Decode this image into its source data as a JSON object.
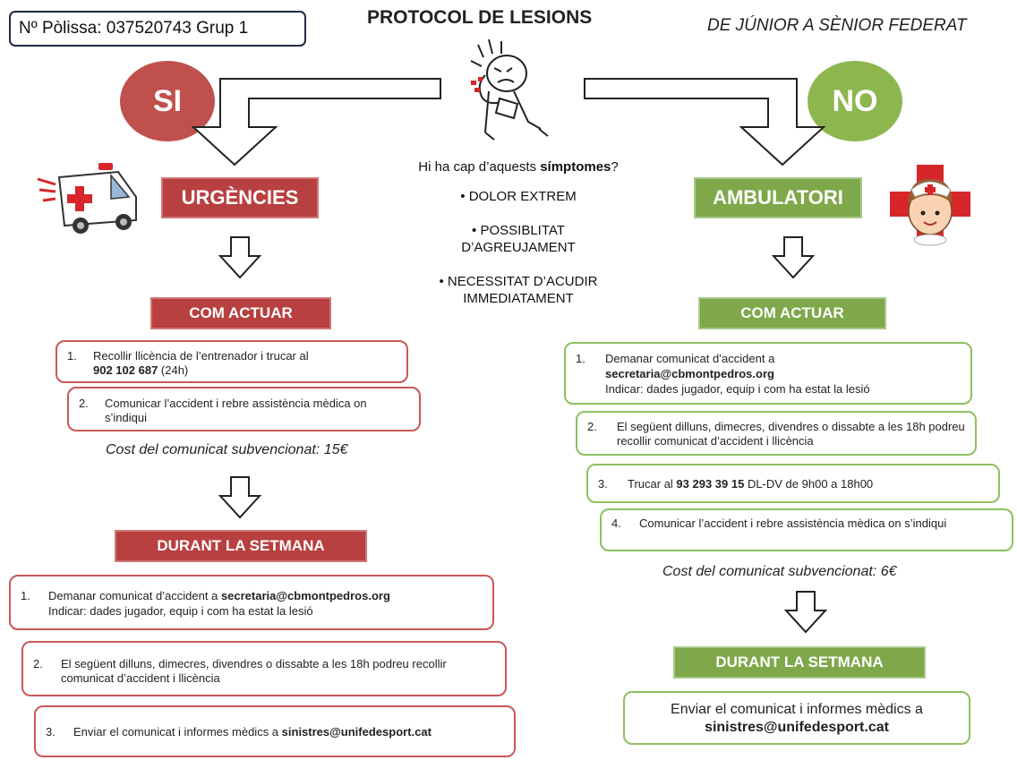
{
  "header": {
    "policy": "Nº Pòlissa: 037520743 Grup 1",
    "title": "PROTOCOL DE LESIONS",
    "subtitle": "DE JÚNIOR A SÈNIOR FEDERAT"
  },
  "center": {
    "question_prefix": "Hi ha cap d’aquests ",
    "question_bold": "símptomes",
    "question_suffix": "?",
    "symptoms": [
      "• DOLOR EXTREM",
      "• POSSIBLITAT D’AGREUJAMENT",
      "• NECESSITAT D’ACUDIR IMMEDIATAMENT"
    ]
  },
  "left": {
    "decision": "SI",
    "service": "URGÈNCIES",
    "how_to_act": "COM ACTUAR",
    "steps": [
      {
        "num": "1.",
        "line1": "Recollir llicència de l’entrenador i trucar al",
        "phone": "902 102 687",
        "line2_suffix": " (24h)"
      },
      {
        "num": "2.",
        "text": "Comunicar l’accident i rebre assistència mèdica on s’indiqui"
      }
    ],
    "cost": "Cost del comunicat subvencionat: 15€",
    "week_title": "DURANT LA SETMANA",
    "week_steps": [
      {
        "num": "1.",
        "prefix": "Demanar comunicat d’accident a ",
        "email": "secretaria@cbmontpedros.org",
        "line2": "Indicar: dades jugador, equip i com ha estat la lesió"
      },
      {
        "num": "2.",
        "text": "El següent dilluns, dimecres, divendres o dissabte a les 18h podreu recollir comunicat d’accident i llicència"
      },
      {
        "num": "3.",
        "prefix": "Enviar el comunicat i informes mèdics a ",
        "email": "sinistres@unifedesport.cat"
      }
    ]
  },
  "right": {
    "decision": "NO",
    "service": "AMBULATORI",
    "how_to_act": "COM ACTUAR",
    "steps": [
      {
        "num": "1.",
        "line1": "Demanar comunicat d’accident a",
        "email": "secretaria@cbmontpedros.org",
        "line3": "Indicar: dades jugador, equip i com ha estat la lesió"
      },
      {
        "num": "2.",
        "text": "El següent dilluns, dimecres, divendres o dissabte a les 18h podreu recollir comunicat d’accident i llicència"
      },
      {
        "num": "3.",
        "prefix": "Trucar al ",
        "phone": "93 293 39 15",
        "suffix": " DL-DV de 9h00 a 18h00"
      },
      {
        "num": "4.",
        "text": "Comunicar l’accident i rebre assistència mèdica on s’indiqui"
      }
    ],
    "cost": "Cost del comunicat subvencionat: 6€",
    "week_title": "DURANT LA SETMANA",
    "week_line1": "Enviar el comunicat i informes mèdics a",
    "week_email": "sinistres@unifedesport.cat"
  },
  "colors": {
    "red": "#b94040",
    "green": "#7ea84a",
    "red_circle": "#c0504d",
    "green_circle": "#8db64f"
  },
  "icons": {
    "ambulance": "ambulance-icon",
    "nurse": "nurse-icon",
    "injured_child": "injured-child-illustration"
  }
}
